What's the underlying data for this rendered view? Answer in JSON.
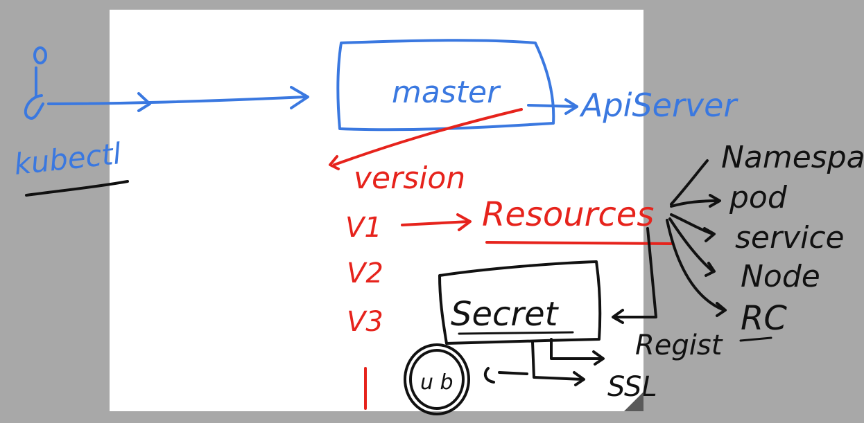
{
  "labels": {
    "actor": "kubectl",
    "master": "master",
    "api_server": "ApiServer",
    "version": "version",
    "versions": [
      "V1",
      "V2",
      "V3"
    ],
    "resources": "Resources",
    "resource_types": [
      "Namespa",
      "pod",
      "service",
      "Node",
      "RC"
    ],
    "secret": "Secret",
    "secret_uses": [
      "Regist",
      "SSL"
    ],
    "circle_note": "u b"
  },
  "colors": {
    "blue": "#3a78e0",
    "red": "#e6231c",
    "black": "#111111",
    "canvas": "#ffffff",
    "background": "#a8a8a8"
  }
}
